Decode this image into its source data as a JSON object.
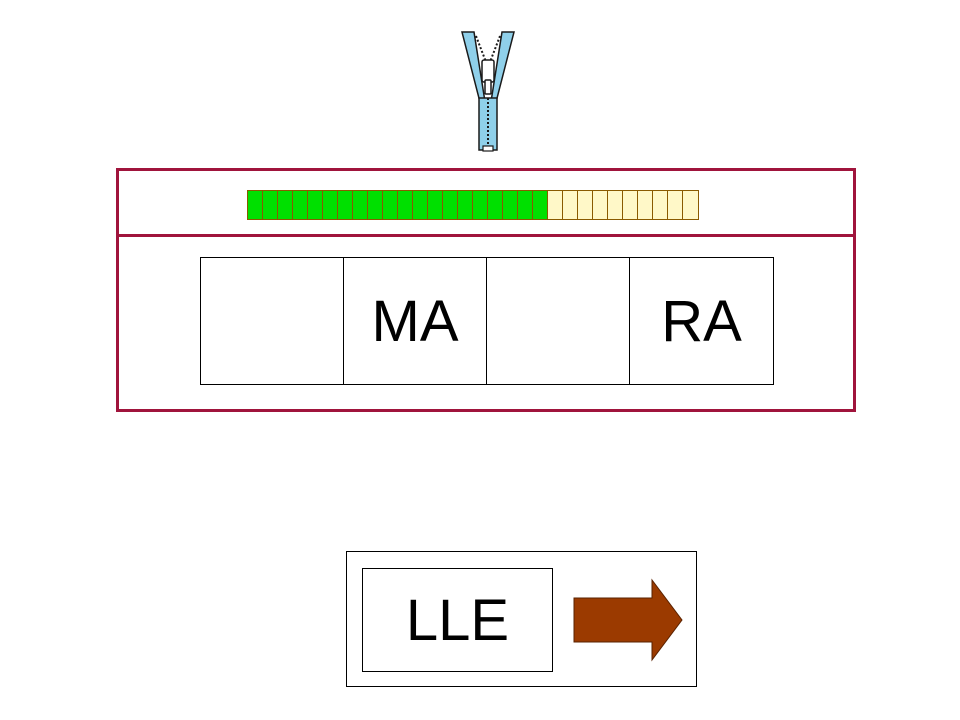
{
  "zipper": {
    "icon": "zipper-icon",
    "colors": {
      "fill": "#8fd0ea",
      "outline": "#1a1a1a"
    }
  },
  "progress": {
    "total": 30,
    "completed": 20,
    "colors": {
      "done": "#00e000",
      "todo": "#fff8c8"
    }
  },
  "syllables": [
    "",
    "MA",
    "",
    "RA"
  ],
  "answer": {
    "tile_label": "LLE",
    "next_icon": "right-arrow-icon",
    "arrow_color": "#9b3a00"
  },
  "colors": {
    "panel_border": "#a0143c"
  }
}
